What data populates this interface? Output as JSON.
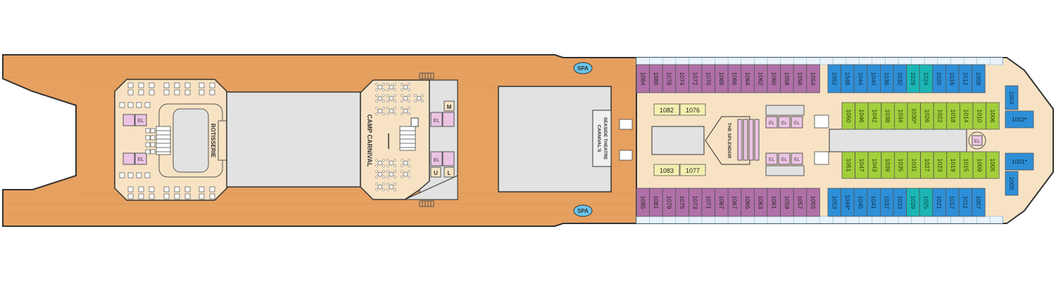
{
  "colors": {
    "deck": "#e6a060",
    "interior": "#f7e3c4",
    "gray": "#e2e2e2",
    "elevator": "#ecc4e3",
    "suite": "#f2efb0",
    "interior_cabin": "#a2cf3c",
    "ocean_cabin": "#2e8fd8",
    "teal_cabin": "#1cb6b6",
    "balcony_cabin": "#b070a8",
    "spa": "#6ac6ee",
    "outline": "#333333"
  },
  "labels": {
    "spa": "SPA",
    "rotisserie": "ROTISSERIE",
    "camp": "CAMP CARNIVAL",
    "theatre_line1": "CARNIVAL'S",
    "theatre_line2": "SEASIDE THEATRE",
    "splendor": "THE SPLENDOR",
    "el": "EL",
    "m": "M",
    "u": "U",
    "l": "L"
  },
  "cabins": {
    "top_balcony": [
      "1084",
      "1080",
      "1078",
      "1074",
      "1072",
      "1070",
      "1068",
      "1066",
      "1064",
      "1062",
      "1060",
      "1058",
      "1056",
      "1054"
    ],
    "top_ocean": [
      "1052",
      "1048",
      "1044",
      "1040",
      "1036",
      "1032"
    ],
    "top_teal": [
      "1028",
      "1024"
    ],
    "top_ocean_2": [
      "1020",
      "1016",
      "1012",
      "1008"
    ],
    "bottom_balcony": [
      "1085",
      "1081",
      "1079",
      "1075",
      "1073",
      "1071",
      "1067",
      "1067",
      "1065",
      "1063",
      "1061",
      "1059",
      "1057",
      "1055"
    ],
    "bottom_ocean": [
      "1053",
      "1049*",
      "1045",
      "1041",
      "1037",
      "1033"
    ],
    "bottom_teal": [
      "1029",
      "1025"
    ],
    "bottom_ocean_2": [
      "1021",
      "1017",
      "1011",
      "1007"
    ],
    "green_top": [
      "1050",
      "1046",
      "1042",
      "1038",
      "1034",
      "1030*",
      "1026",
      "1022",
      "1018",
      "1014",
      "1010",
      "1006"
    ],
    "green_bottom": [
      "1051",
      "1047",
      "1043",
      "1039",
      "1035",
      "1031",
      "1027",
      "1023",
      "1019",
      "1015",
      "1009",
      "1005"
    ],
    "suites_top": [
      "1082",
      "1076"
    ],
    "suites_bottom": [
      "1083",
      "1077"
    ],
    "bow": [
      "1004",
      "1002*",
      "1001*",
      "1000"
    ]
  }
}
